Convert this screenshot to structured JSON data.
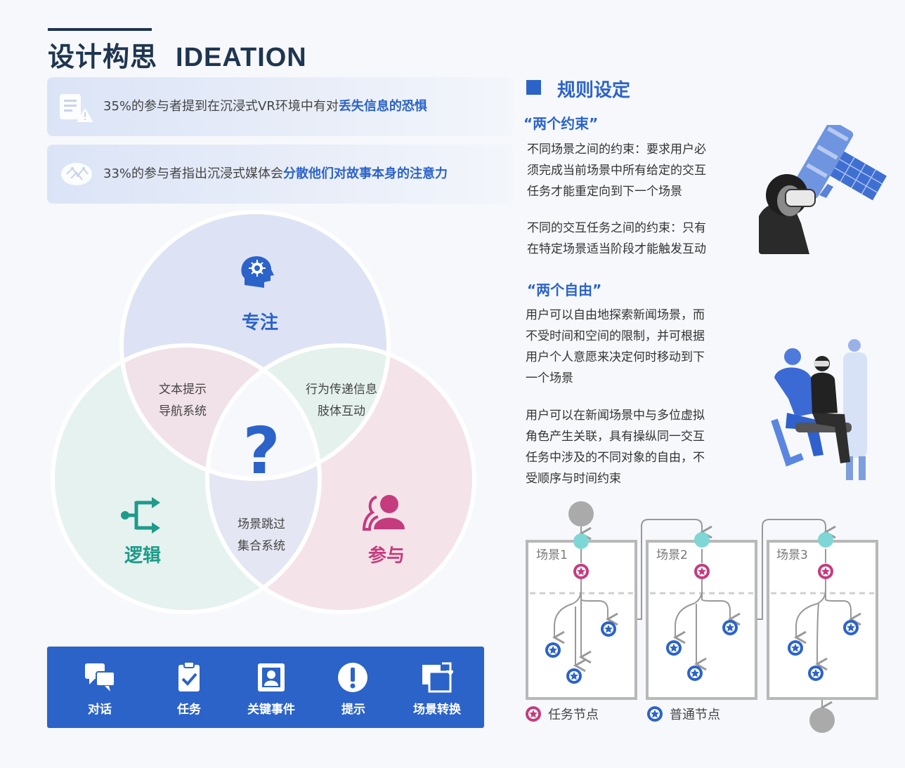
{
  "header": {
    "title_cn": "设计构思",
    "title_en": "IDEATION"
  },
  "stats": [
    {
      "icon": "document-warning-icon",
      "prefix": "35%的参与者提到在沉浸式VR环境中有对",
      "highlight": "丢失信息的恐惧"
    },
    {
      "icon": "brain-icon",
      "prefix": "33%的参与者指出沉浸式媒体会",
      "highlight": "分散他们对故事本身的注意力"
    }
  ],
  "venn": {
    "circles": [
      {
        "label": "专注",
        "icon": "head-brain-icon",
        "color": "#2c63c9"
      },
      {
        "label": "逻辑",
        "icon": "flow-arrows-icon",
        "color": "#1e9b8a"
      },
      {
        "label": "参与",
        "icon": "people-icon",
        "color": "#c43c7e"
      }
    ],
    "overlaps": {
      "focus_logic": [
        "文本提示",
        "导航系统"
      ],
      "focus_engage": [
        "行为传递信息",
        "肢体互动"
      ],
      "logic_engage": [
        "场景跳过",
        "集合系统"
      ]
    },
    "center": "?"
  },
  "toolbar": [
    {
      "label": "对话",
      "icon": "chat-icon"
    },
    {
      "label": "任务",
      "icon": "clipboard-check-icon"
    },
    {
      "label": "关键事件",
      "icon": "person-card-icon"
    },
    {
      "label": "提示",
      "icon": "exclamation-icon"
    },
    {
      "label": "场景转换",
      "icon": "scene-switch-icon"
    }
  ],
  "rules": {
    "title": "规则设定",
    "constraints": {
      "heading": "“两个约束”",
      "paragraphs": [
        [
          "不同场景之间的约束：要求用户必",
          "须完成当前场景中所有给定的交互",
          "任务才能重定向到下一个场景"
        ],
        [
          "不同的交互任务之间的约束：只有",
          "在特定场景适当阶段才能触发互动"
        ]
      ]
    },
    "freedoms": {
      "heading": "“两个自由”",
      "paragraphs": [
        [
          "用户可以自由地探索新闻场景，而",
          "不受时间和空间的限制，并可根据",
          "用户个人意愿来决定何时移动到下",
          "一个场景"
        ],
        [
          "用户可以在新闻场景中与多位虚拟",
          "角色产生关联，具有操纵同一交互",
          "任务中涉及的不同对象的自由，不",
          "受顺序与时间约束"
        ]
      ]
    }
  },
  "flow": {
    "scenes": [
      "场景1",
      "场景2",
      "场景3"
    ],
    "legend": [
      {
        "label": "任务节点",
        "color": "#c43c7e"
      },
      {
        "label": "普通节点",
        "color": "#2c63c9"
      }
    ],
    "colors": {
      "entry": "#7fd6d6",
      "gray": "#aaaaaa"
    }
  }
}
